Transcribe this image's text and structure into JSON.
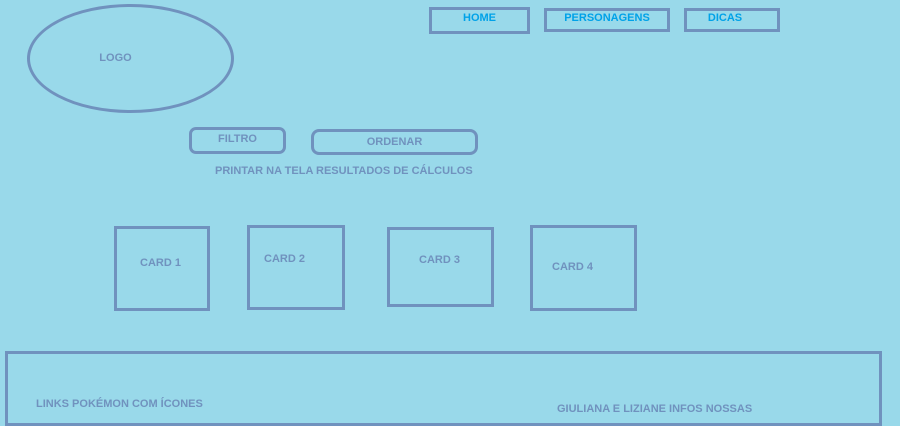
{
  "logo": {
    "label": "LOGO"
  },
  "nav": {
    "items": [
      {
        "label": "HOME"
      },
      {
        "label": "PERSONAGENS"
      },
      {
        "label": "DICAS"
      }
    ]
  },
  "controls": {
    "filter_label": "FILTRO",
    "sort_label": "ORDENAR",
    "results_text": "PRINTAR NA TELA RESULTADOS DE CÁLCULOS"
  },
  "cards": [
    {
      "label": "CARD 1"
    },
    {
      "label": "CARD 2"
    },
    {
      "label": "CARD 3"
    },
    {
      "label": "CARD 4"
    }
  ],
  "footer": {
    "links_text": "LINKS POKÉMON COM ÍCONES",
    "info_text": "GIULIANA E LIZIANE  INFOS NOSSAS"
  },
  "colors": {
    "background": "#99d9ea",
    "stroke": "#7092be",
    "nav_text": "#00a2e8"
  }
}
